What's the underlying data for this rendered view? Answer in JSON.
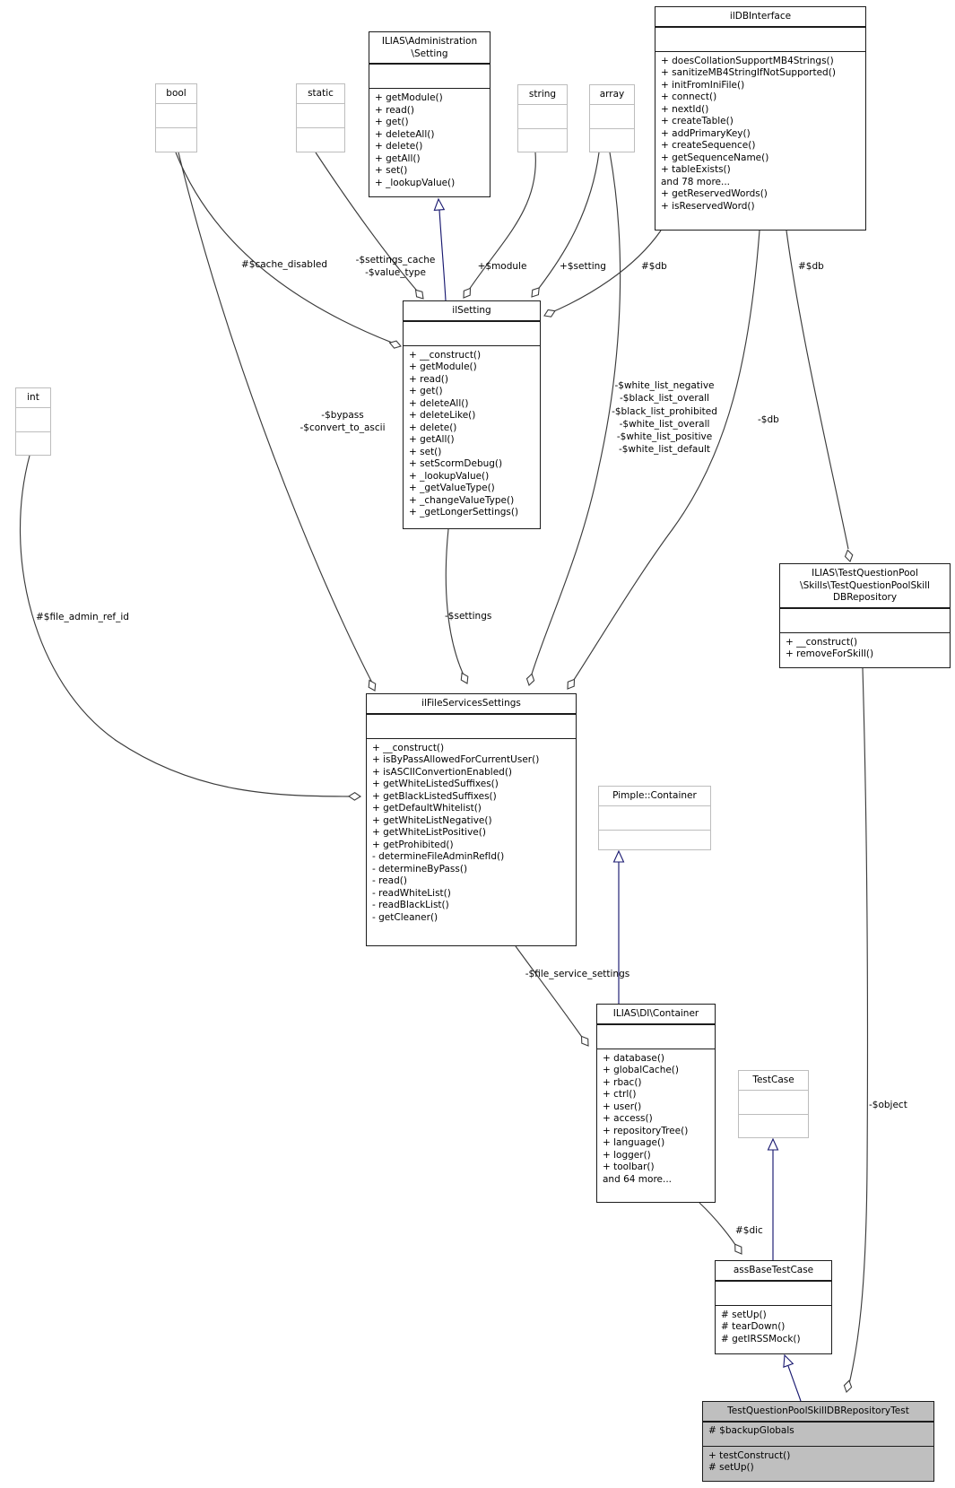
{
  "diagram": {
    "kind": "uml-collaboration-diagram",
    "colors": {
      "node_border": "#1c1c1c",
      "external_border": "#bdbdbd",
      "current_fill": "#bfbfbf",
      "edge": "#3c3c3c",
      "inheritance": "#191970",
      "background": "#ffffff"
    }
  },
  "classes": [
    {
      "id": "bool",
      "style": "external",
      "title_lines": [
        "bool"
      ],
      "attrs": [],
      "methods": []
    },
    {
      "id": "static",
      "style": "external",
      "title_lines": [
        "static"
      ],
      "attrs": [],
      "methods": []
    },
    {
      "id": "admin_setting",
      "style": "normal",
      "title_lines": [
        "ILIAS\\Administration",
        "\\Setting"
      ],
      "attrs": [],
      "methods": [
        "+ getModule()",
        "+ read()",
        "+ get()",
        "+ deleteAll()",
        "+ delete()",
        "+ getAll()",
        "+ set()",
        "+ _lookupValue()"
      ]
    },
    {
      "id": "string",
      "style": "external",
      "title_lines": [
        "string"
      ],
      "attrs": [],
      "methods": []
    },
    {
      "id": "array",
      "style": "external",
      "title_lines": [
        "array"
      ],
      "attrs": [],
      "methods": []
    },
    {
      "id": "ildbinterface",
      "style": "normal",
      "title_lines": [
        "ilDBInterface"
      ],
      "attrs": [],
      "methods": [
        "+ doesCollationSupportMB4Strings()",
        "+ sanitizeMB4StringIfNotSupported()",
        "+ initFromIniFile()",
        "+ connect()",
        "+ nextId()",
        "+ createTable()",
        "+ addPrimaryKey()",
        "+ createSequence()",
        "+ getSequenceName()",
        "+ tableExists()",
        "and 78 more...",
        "+ getReservedWords()",
        "+ isReservedWord()"
      ]
    },
    {
      "id": "ilsetting",
      "style": "normal",
      "title_lines": [
        "ilSetting"
      ],
      "attrs": [],
      "methods": [
        "+ __construct()",
        "+ getModule()",
        "+ read()",
        "+ get()",
        "+ deleteAll()",
        "+ deleteLike()",
        "+ delete()",
        "+ getAll()",
        "+ set()",
        "+ setScormDebug()",
        "+ _lookupValue()",
        "+ _getValueType()",
        "+ _changeValueType()",
        "+ _getLongerSettings()"
      ]
    },
    {
      "id": "int",
      "style": "external",
      "title_lines": [
        "int"
      ],
      "attrs": [],
      "methods": []
    },
    {
      "id": "dbrepository",
      "style": "normal",
      "title_lines": [
        "ILIAS\\TestQuestionPool",
        "\\Skills\\TestQuestionPoolSkill",
        "DBRepository"
      ],
      "attrs": [],
      "methods": [
        "+ __construct()",
        "+ removeForSkill()"
      ]
    },
    {
      "id": "filesettings",
      "style": "normal",
      "title_lines": [
        "ilFileServicesSettings"
      ],
      "attrs": [],
      "methods": [
        "+ __construct()",
        "+ isByPassAllowedForCurrentUser()",
        "+ isASCIIConvertionEnabled()",
        "+ getWhiteListedSuffixes()",
        "+ getBlackListedSuffixes()",
        "+ getDefaultWhitelist()",
        "+ getWhiteListNegative()",
        "+ getWhiteListPositive()",
        "+ getProhibited()",
        "- determineFileAdminRefId()",
        "- determineByPass()",
        "- read()",
        "- readWhiteList()",
        "- readBlackList()",
        "- getCleaner()"
      ]
    },
    {
      "id": "pimple",
      "style": "external",
      "title_lines": [
        "Pimple::Container"
      ],
      "attrs": [],
      "methods": []
    },
    {
      "id": "dicontainer",
      "style": "normal",
      "title_lines": [
        "ILIAS\\DI\\Container"
      ],
      "attrs": [],
      "methods": [
        "+ database()",
        "+ globalCache()",
        "+ rbac()",
        "+ ctrl()",
        "+ user()",
        "+ access()",
        "+ repositoryTree()",
        "+ language()",
        "+ logger()",
        "+ toolbar()",
        "and 64 more..."
      ]
    },
    {
      "id": "testcase",
      "style": "external",
      "title_lines": [
        "TestCase"
      ],
      "attrs": [],
      "methods": []
    },
    {
      "id": "assbase",
      "style": "normal",
      "title_lines": [
        "assBaseTestCase"
      ],
      "attrs": [],
      "methods": [
        "# setUp()",
        "# tearDown()",
        "# getIRSSMock()"
      ]
    },
    {
      "id": "current",
      "style": "current",
      "title_lines": [
        "TestQuestionPoolSkillDBRepositoryTest"
      ],
      "attrs": [
        "# $backupGlobals"
      ],
      "methods": [
        "+ testConstruct()",
        "# setUp()"
      ]
    }
  ],
  "edges": [
    {
      "id": "e_cache",
      "lines": [
        "#$cache_disabled"
      ]
    },
    {
      "id": "e_settings_cache",
      "lines": [
        "-$settings_cache",
        "-$value_type"
      ]
    },
    {
      "id": "e_module",
      "lines": [
        "+$module"
      ]
    },
    {
      "id": "e_setting",
      "lines": [
        "+$setting"
      ]
    },
    {
      "id": "e_db_ilsetting",
      "lines": [
        "#$db"
      ]
    },
    {
      "id": "e_db_repo",
      "lines": [
        "#$db"
      ]
    },
    {
      "id": "e_bypass",
      "lines": [
        "-$bypass",
        "-$convert_to_ascii"
      ]
    },
    {
      "id": "e_whitelists",
      "lines": [
        "-$white_list_negative",
        "-$black_list_overall",
        "-$black_list_prohibited",
        "-$white_list_overall",
        "-$white_list_positive",
        "-$white_list_default"
      ]
    },
    {
      "id": "e_db_fss",
      "lines": [
        "-$db"
      ]
    },
    {
      "id": "e_file_admin",
      "lines": [
        "#$file_admin_ref_id"
      ]
    },
    {
      "id": "e_settings",
      "lines": [
        "-$settings"
      ]
    },
    {
      "id": "e_fss_di",
      "lines": [
        "-$file_service_settings"
      ]
    },
    {
      "id": "e_dic",
      "lines": [
        "#$dic"
      ]
    },
    {
      "id": "e_object",
      "lines": [
        "-$object"
      ]
    }
  ]
}
